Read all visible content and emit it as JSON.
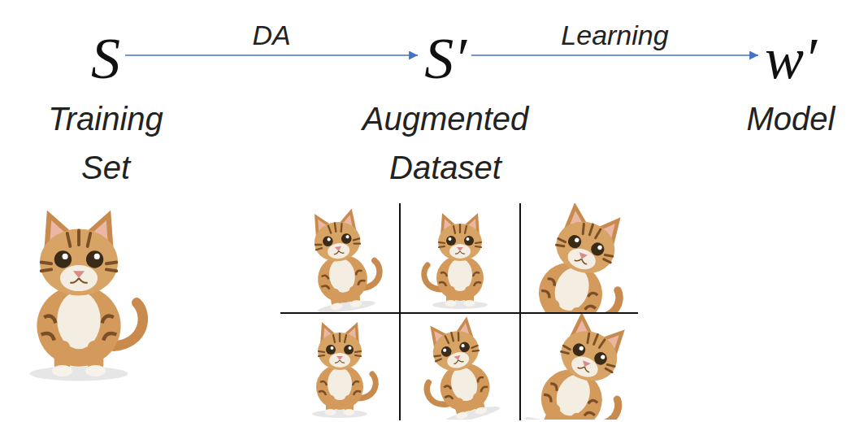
{
  "diagram": {
    "nodes": [
      {
        "text": [
          "S",
          "Training Set"
        ]
      },
      {
        "text": [
          "S′",
          "Augmented Dataset"
        ]
      },
      {
        "text": [
          "w′",
          "Model"
        ]
      }
    ],
    "edges": [
      {
        "from": 0,
        "to": 1,
        "label": "DA",
        "arrow": "to"
      },
      {
        "from": 1,
        "to": 2,
        "label": "Learning",
        "arrow": "to"
      }
    ]
  }
}
